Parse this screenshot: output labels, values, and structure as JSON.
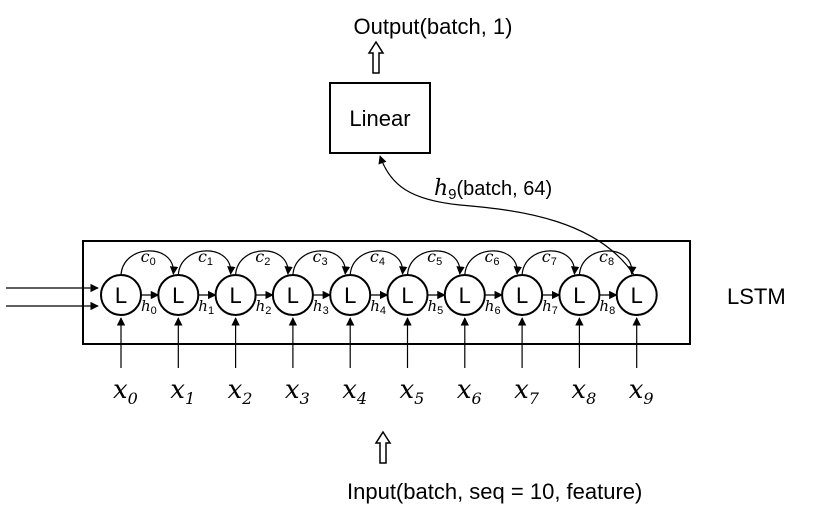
{
  "output_label": "Output(batch, 1)",
  "linear_label": "Linear",
  "hidden_label_symbol": "h",
  "hidden_label_sub": "9",
  "hidden_label_rest": "(batch, 64)",
  "lstm_label": "LSTM",
  "input_label": "Input(batch, seq = 10, feature)",
  "cell_label": "L",
  "cell_count": 10,
  "cell_states": [
    "c0",
    "c1",
    "c2",
    "c3",
    "c4",
    "c5",
    "c6",
    "c7",
    "c8"
  ],
  "hidden_states": [
    "h0",
    "h1",
    "h2",
    "h3",
    "h4",
    "h5",
    "h6",
    "h7",
    "h8"
  ],
  "inputs": [
    "x0",
    "x1",
    "x2",
    "x3",
    "x4",
    "x5",
    "x6",
    "x7",
    "x8",
    "x9"
  ]
}
